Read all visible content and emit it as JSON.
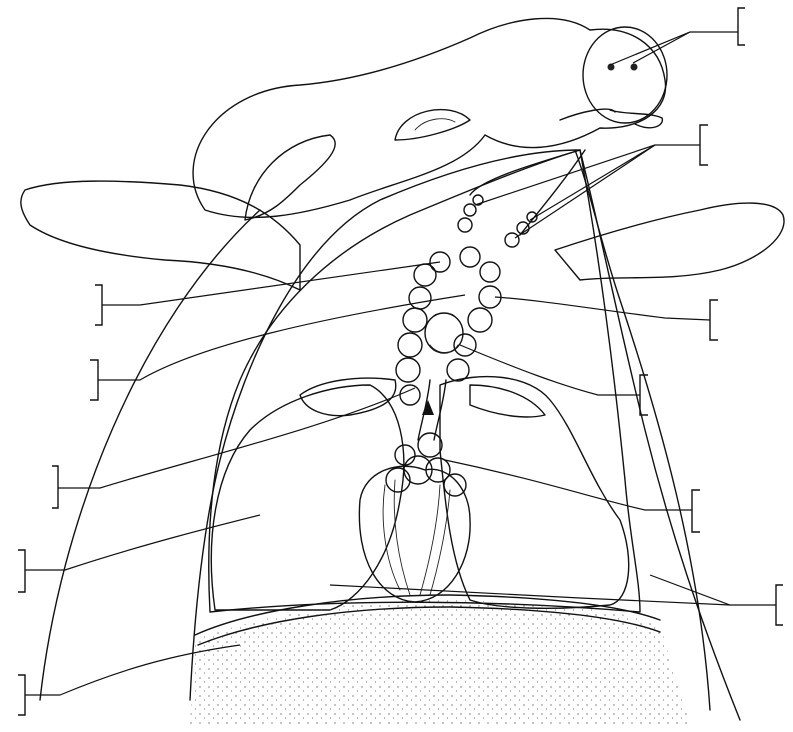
{
  "diagram": {
    "subject": "fetal-pig-thoracic-cavity",
    "label_brackets": [
      {
        "id": "eyes",
        "text": ""
      },
      {
        "id": "salivary-glands",
        "text": ""
      },
      {
        "id": "thymus-left-upper",
        "text": ""
      },
      {
        "id": "thyroid",
        "text": ""
      },
      {
        "id": "thymus-left-lower",
        "text": ""
      },
      {
        "id": "larynx",
        "text": ""
      },
      {
        "id": "trachea",
        "text": ""
      },
      {
        "id": "lung-right",
        "text": ""
      },
      {
        "id": "lung-left",
        "text": ""
      },
      {
        "id": "heart-diaphragm",
        "text": ""
      },
      {
        "id": "diaphragm",
        "text": ""
      }
    ],
    "colors": {
      "ink": "#111111",
      "background": "#ffffff"
    }
  }
}
